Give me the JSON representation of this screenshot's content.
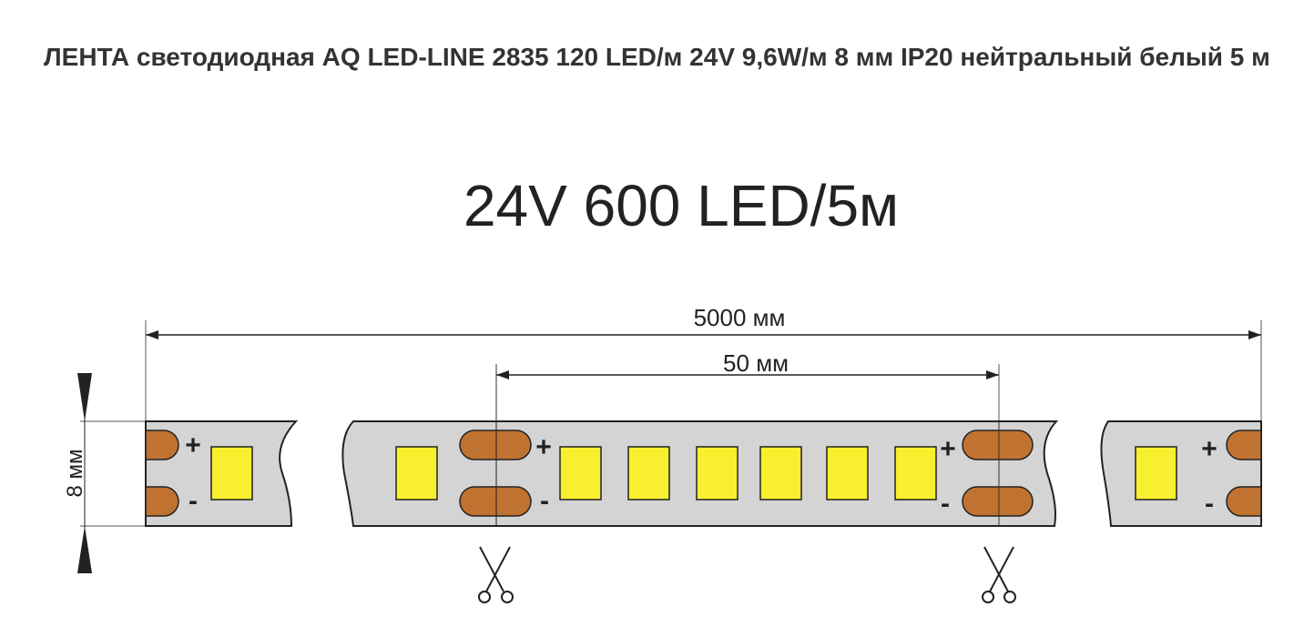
{
  "product": {
    "title": "ЛЕНТА светодиодная AQ LED-LINE 2835 120 LED/м 24V 9,6W/м 8 мм IP20 нейтральный белый 5 м"
  },
  "diagram": {
    "heading": "24V 600 LED/5м",
    "total_length_label": "5000 мм",
    "cut_interval_label": "50 мм",
    "width_label": "8 мм",
    "plus_sign": "+",
    "minus_sign": "-",
    "colors": {
      "strip": "#d4d4d4",
      "led": "#f8ef2e",
      "pad": "#c07330",
      "line": "#222222"
    }
  }
}
